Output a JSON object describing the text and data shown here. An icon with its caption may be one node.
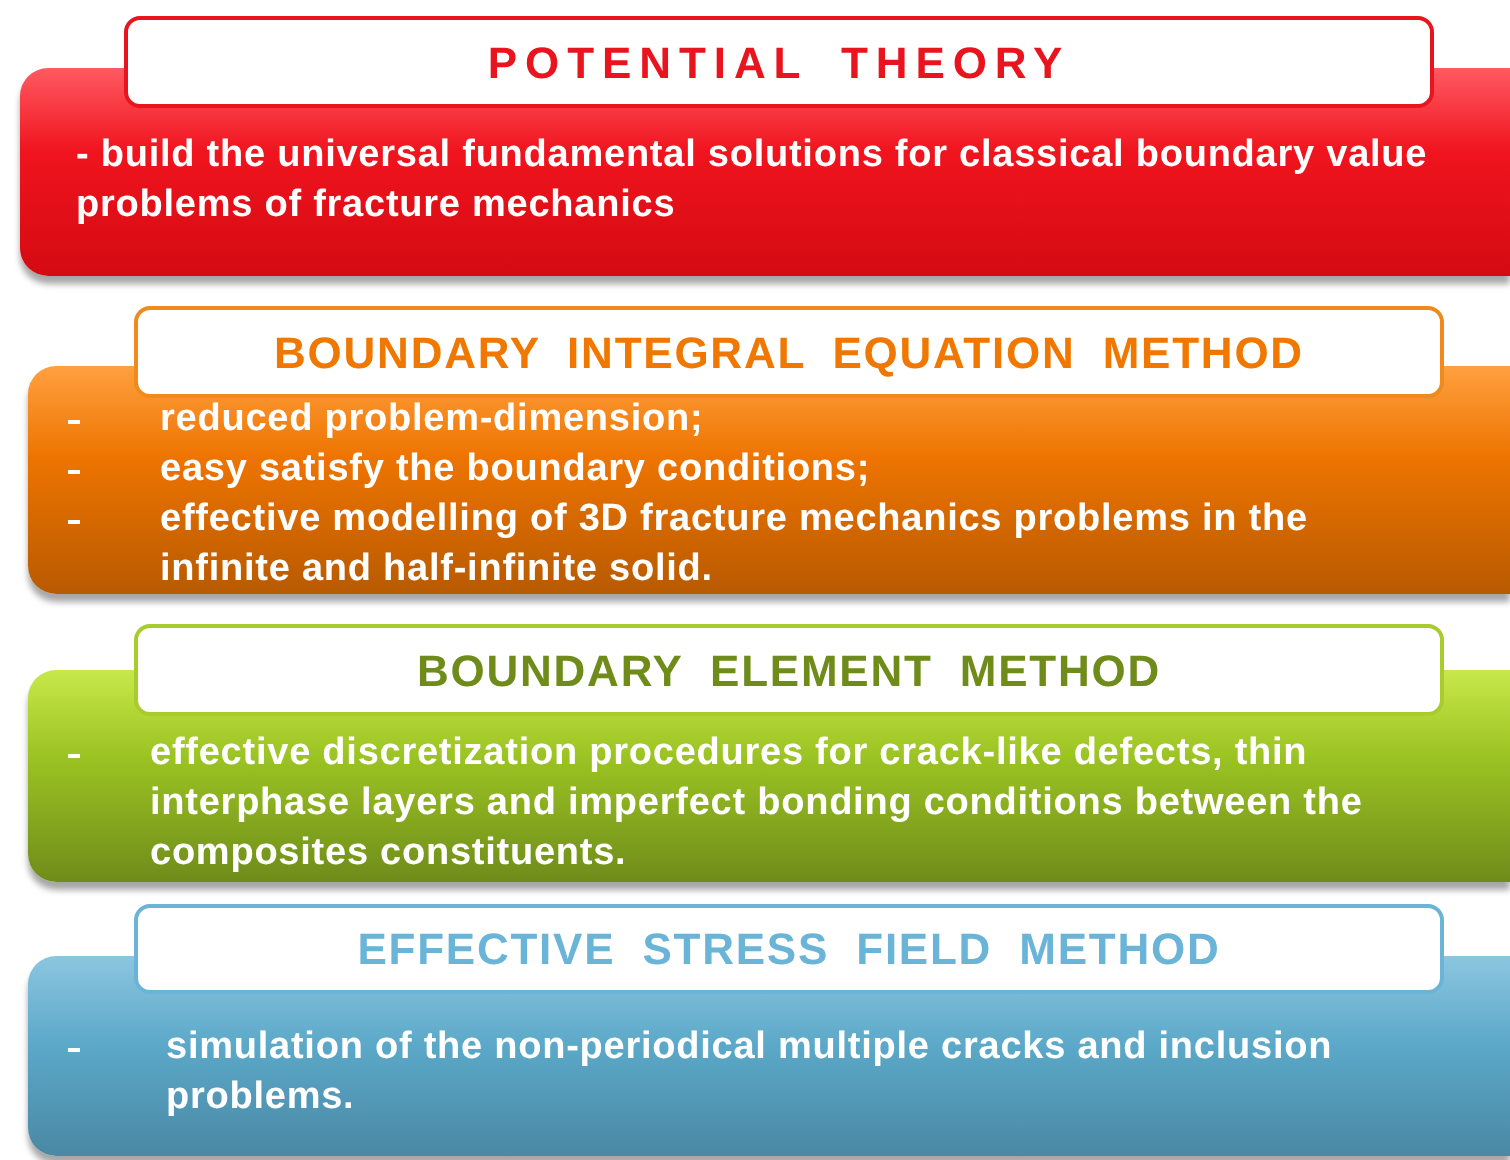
{
  "diagram": {
    "nodes": [
      {
        "text": [
          "POTENTIAL THEORY",
          "- build the universal fundamental solutions for classical boundary value problems of fracture mechanics"
        ]
      },
      {
        "text": [
          "BOUNDARY INTEGRAL EQUATION METHOD",
          "reduced problem-dimension;",
          "easy satisfy the boundary conditions;",
          "effective modelling of 3D fracture mechanics problems in the infinite and half-infinite solid."
        ]
      },
      {
        "text": [
          "BOUNDARY ELEMENT METHOD",
          "effective discretization procedures for crack-like defects, thin interphase layers and imperfect bonding conditions between the composites constituents."
        ]
      },
      {
        "text": [
          "EFFECTIVE STRESS FIELD METHOD",
          "simulation of the non-periodical multiple cracks and inclusion problems."
        ]
      }
    ]
  }
}
